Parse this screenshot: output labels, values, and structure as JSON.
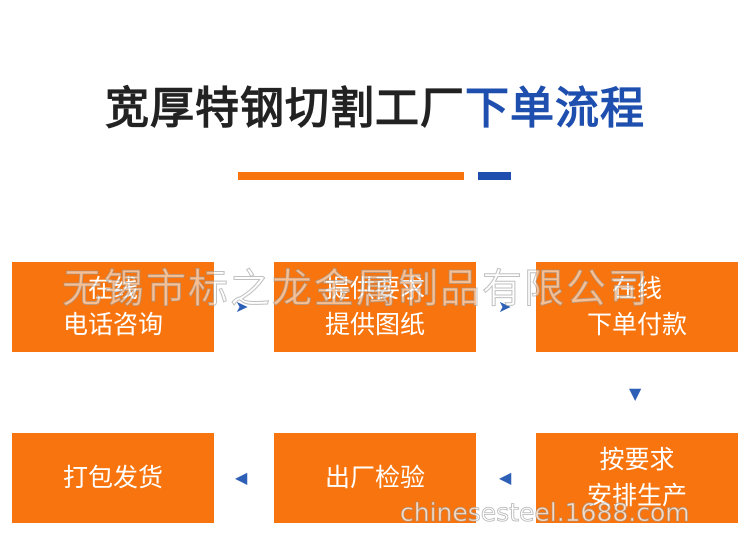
{
  "title": {
    "part1": "宽厚特钢切割工厂",
    "part2": "下单流程"
  },
  "colors": {
    "orange": "#f7740e",
    "blue": "#1e4fae",
    "arrow": "#2d5fb6"
  },
  "steps": [
    {
      "line1": "在线",
      "line2": "电话咨询"
    },
    {
      "line1": "提供要求",
      "line2": "提供图纸"
    },
    {
      "line1": "在线",
      "line2": "下单付款"
    },
    {
      "line1": "按要求",
      "line2": "安排生产"
    },
    {
      "line1": "出厂检验",
      "line2": ""
    },
    {
      "line1": "打包发货",
      "line2": ""
    }
  ],
  "arrows": {
    "right": "➤",
    "down": "▼",
    "left": "◀"
  },
  "watermarks": {
    "company": "无锡市标之龙金属制品有限公司",
    "site": "chinesesteel.1688.com"
  }
}
